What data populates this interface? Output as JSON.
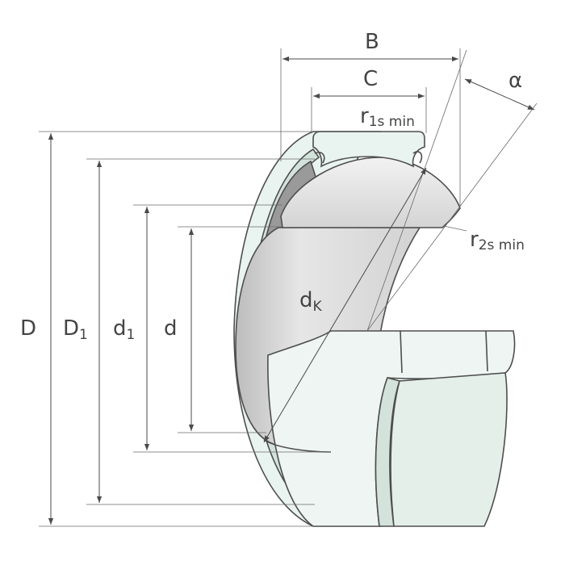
{
  "colors": {
    "outer_ring": "#e9f3ef",
    "outer_ring_shade": "#d3e3dc",
    "inner_ball": "#e2e2e2",
    "inner_shade": "#c9c9c9",
    "outline": "#4e4e4e",
    "dimension_line": "#4a4a4a"
  },
  "labels": {
    "B": "B",
    "C": "C",
    "alpha": "α",
    "r1": {
      "main": "r",
      "sub": "1s min"
    },
    "r2": {
      "main": "r",
      "sub": "2s min"
    },
    "dK": {
      "main": "d",
      "sub": "K"
    },
    "D": "D",
    "D1": {
      "main": "D",
      "sub": "1"
    },
    "d1": {
      "main": "d",
      "sub": "1"
    },
    "d": "d"
  }
}
